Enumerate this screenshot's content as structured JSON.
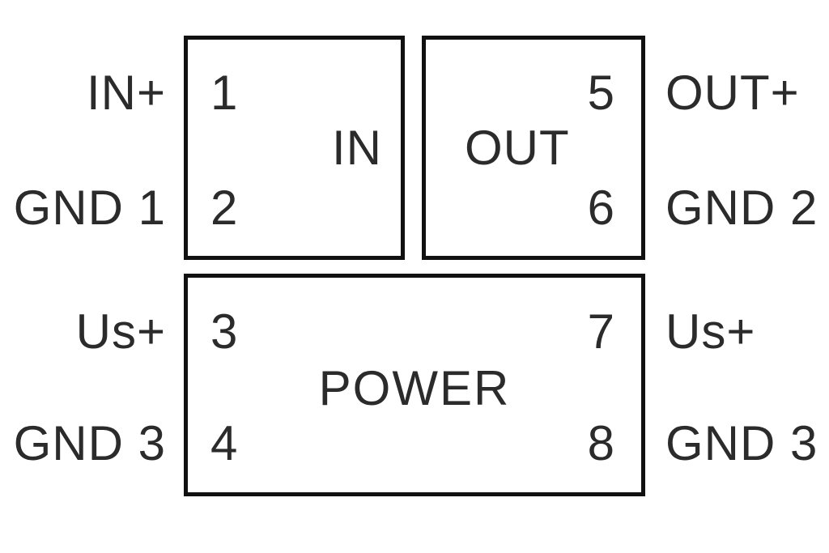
{
  "diagram": {
    "type": "terminal-assignment",
    "blocks": [
      {
        "name": "IN",
        "pins": [
          {
            "number": "1",
            "signal": "IN+",
            "side": "left"
          },
          {
            "number": "2",
            "signal": "GND 1",
            "side": "left"
          }
        ]
      },
      {
        "name": "OUT",
        "pins": [
          {
            "number": "5",
            "signal": "OUT+",
            "side": "right"
          },
          {
            "number": "6",
            "signal": "GND 2",
            "side": "right"
          }
        ]
      },
      {
        "name": "POWER",
        "pins": [
          {
            "number": "3",
            "signal": "Us+",
            "side": "left"
          },
          {
            "number": "4",
            "signal": "GND 3",
            "side": "left"
          },
          {
            "number": "7",
            "signal": "Us+",
            "side": "right"
          },
          {
            "number": "8",
            "signal": "GND 3",
            "side": "right"
          }
        ]
      }
    ],
    "colors": {
      "line": "#111111",
      "text": "#2b2b2b",
      "background": "#ffffff"
    }
  }
}
